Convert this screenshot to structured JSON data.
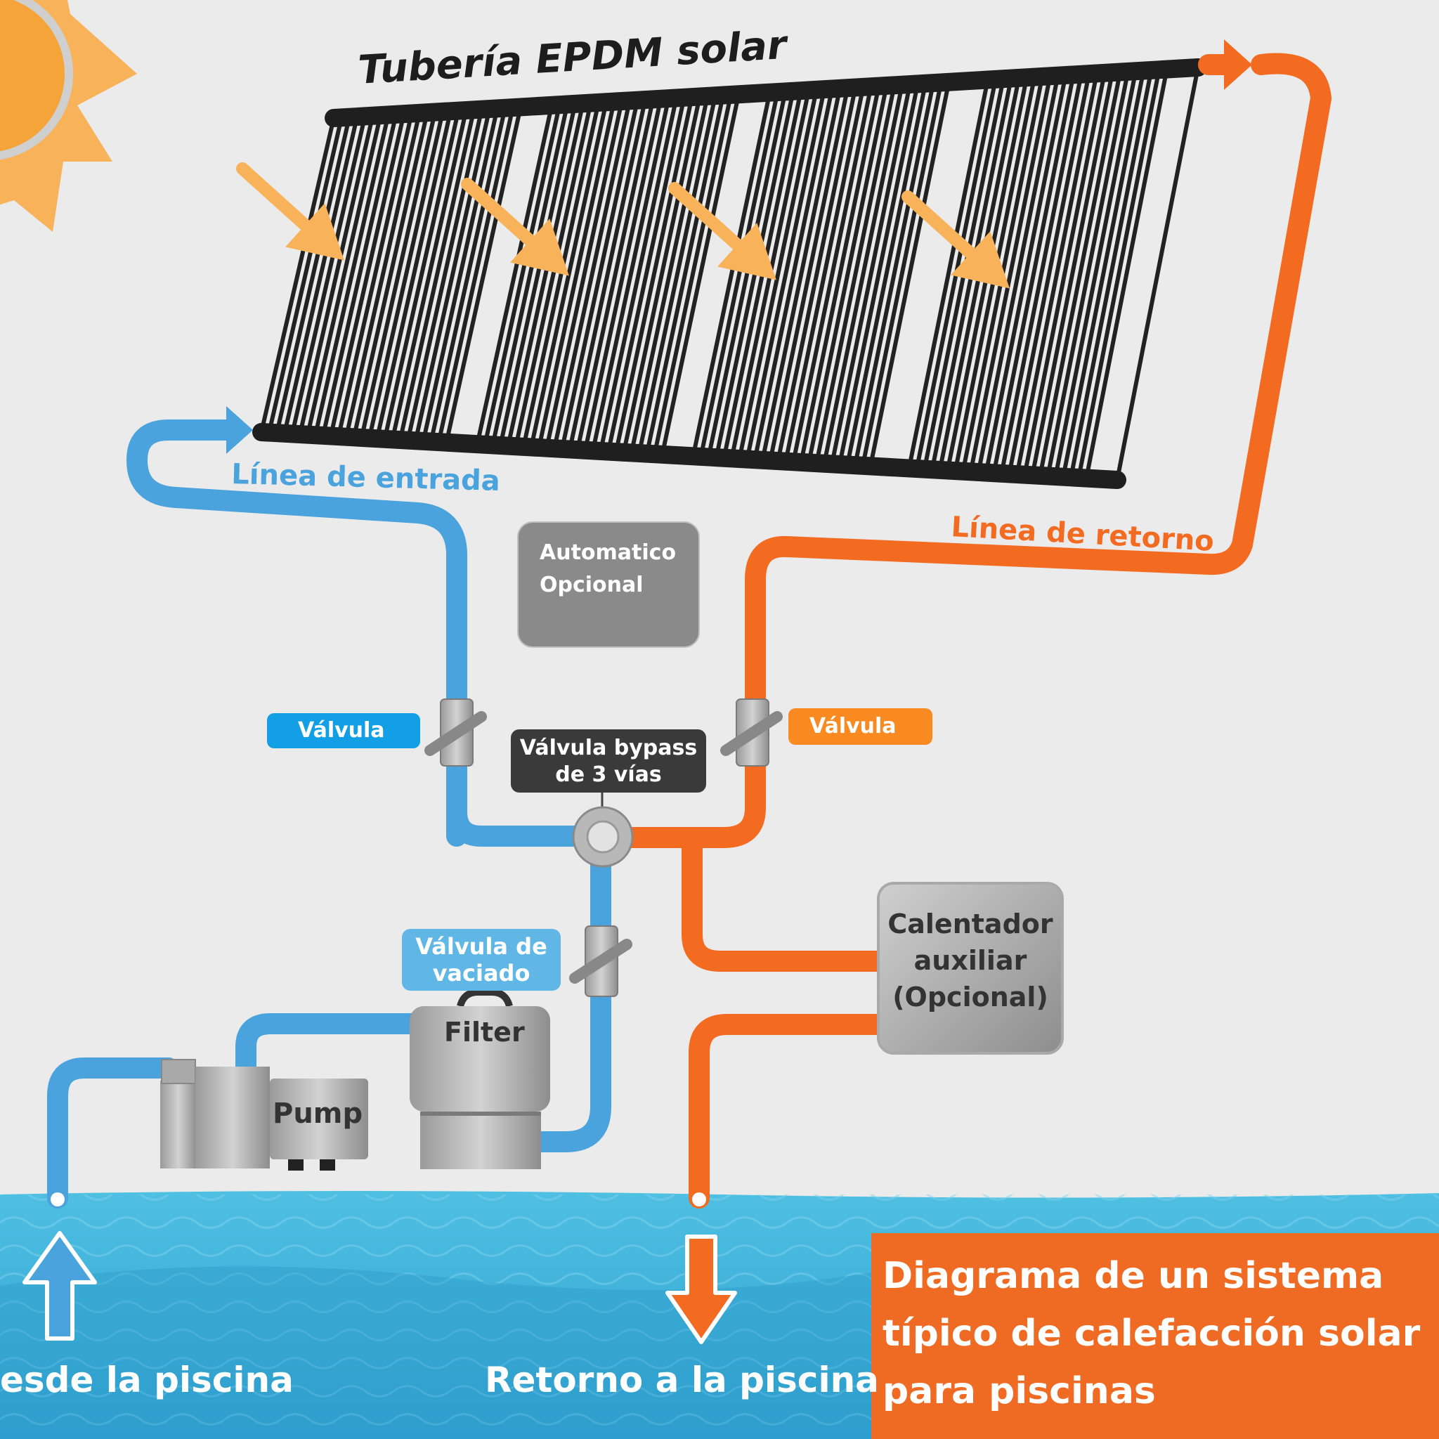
{
  "panel": {
    "title": "Tubería EPDM solar"
  },
  "lines": {
    "inlet": "Línea de entrada",
    "return": "Línea de retorno"
  },
  "controller": {
    "line1": "Automatico",
    "line2": "Opcional"
  },
  "valves": {
    "left": "Válvula",
    "right": "Válvula"
  },
  "bypass": {
    "line1": "Válvula bypass",
    "line2": "de 3 vías"
  },
  "drain": {
    "line1": "Válvula de",
    "line2": "vaciado"
  },
  "heater": {
    "line1": "Calentador",
    "line2": "auxiliar",
    "line3": "(Opcional)"
  },
  "equipment": {
    "filter": "Filter",
    "pump": "Pump"
  },
  "pool": {
    "from": "esde la piscina",
    "to": "Retorno a la piscina"
  },
  "caption": {
    "line1": "Diagrama de un sistema",
    "line2": "típico de calefacción solar",
    "line3": "para piscinas"
  },
  "colors": {
    "cold": "#4aa3dc",
    "hot": "#f26b21",
    "sun": "#f7b25a",
    "panel": "#222222",
    "water": "#3fb1d8",
    "caption_bg": "#ef6a22"
  }
}
